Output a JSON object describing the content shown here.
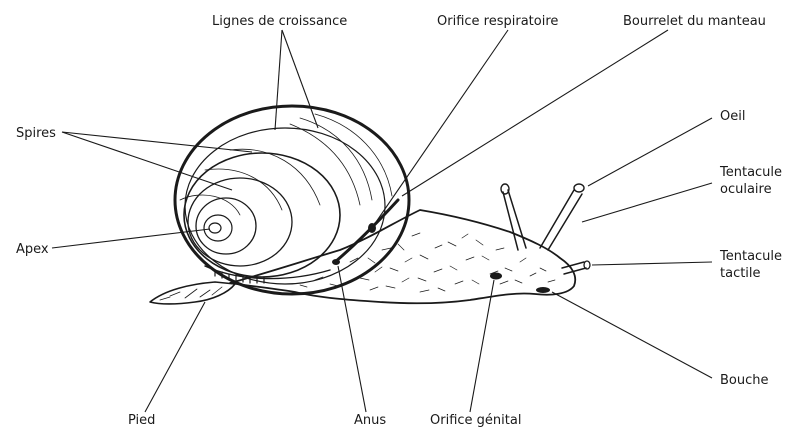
{
  "labels": {
    "lignes_croissance": "Lignes de croissance",
    "orifice_respiratoire": "Orifice respiratoire",
    "bourrelet_manteau": "Bourrelet du manteau",
    "spires": "Spires",
    "oeil": "Oeil",
    "tentacule_oculaire_1": "Tentacule",
    "tentacule_oculaire_2": "oculaire",
    "apex": "Apex",
    "tentacule_tactile_1": "Tentacule",
    "tentacule_tactile_2": "tactile",
    "bouche": "Bouche",
    "pied": "Pied",
    "anus": "Anus",
    "orifice_genital": "Orifice génital"
  }
}
